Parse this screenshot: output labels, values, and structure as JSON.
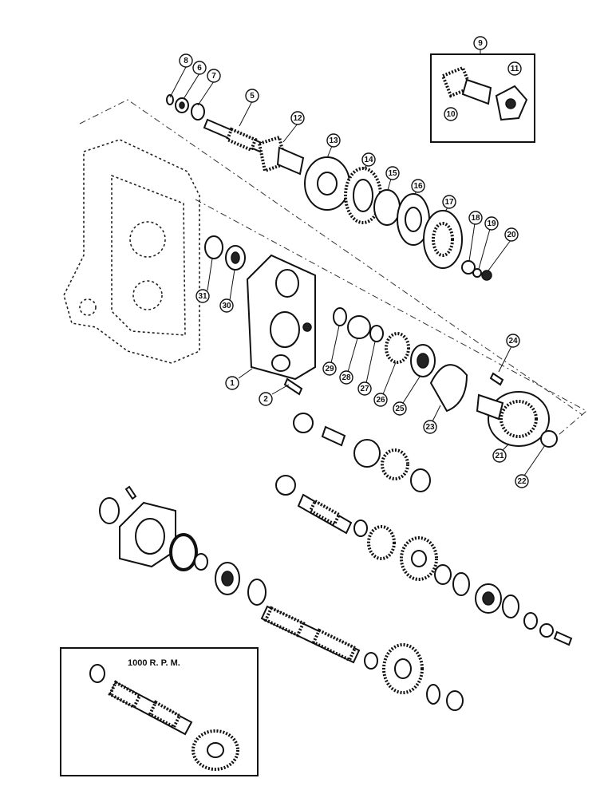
{
  "inset_top": {
    "callout": "9"
  },
  "inset_bottom": {
    "title": "1000 R. P. M."
  },
  "callouts": [
    {
      "id": "c1",
      "label": "1"
    },
    {
      "id": "c2",
      "label": "2"
    },
    {
      "id": "c5",
      "label": "5"
    },
    {
      "id": "c6",
      "label": "6"
    },
    {
      "id": "c7",
      "label": "7"
    },
    {
      "id": "c8",
      "label": "8"
    },
    {
      "id": "c10",
      "label": "10"
    },
    {
      "id": "c11",
      "label": "11"
    },
    {
      "id": "c12",
      "label": "12"
    },
    {
      "id": "c13",
      "label": "13"
    },
    {
      "id": "c14",
      "label": "14"
    },
    {
      "id": "c15",
      "label": "15"
    },
    {
      "id": "c16",
      "label": "16"
    },
    {
      "id": "c17",
      "label": "17"
    },
    {
      "id": "c18",
      "label": "18"
    },
    {
      "id": "c19",
      "label": "19"
    },
    {
      "id": "c20",
      "label": "20"
    },
    {
      "id": "c21",
      "label": "21"
    },
    {
      "id": "c22",
      "label": "22"
    },
    {
      "id": "c23",
      "label": "23"
    },
    {
      "id": "c24",
      "label": "24"
    },
    {
      "id": "c25",
      "label": "25"
    },
    {
      "id": "c26",
      "label": "26"
    },
    {
      "id": "c27",
      "label": "27"
    },
    {
      "id": "c28",
      "label": "28"
    },
    {
      "id": "c29",
      "label": "29"
    },
    {
      "id": "c30",
      "label": "30"
    },
    {
      "id": "c31",
      "label": "31"
    }
  ]
}
